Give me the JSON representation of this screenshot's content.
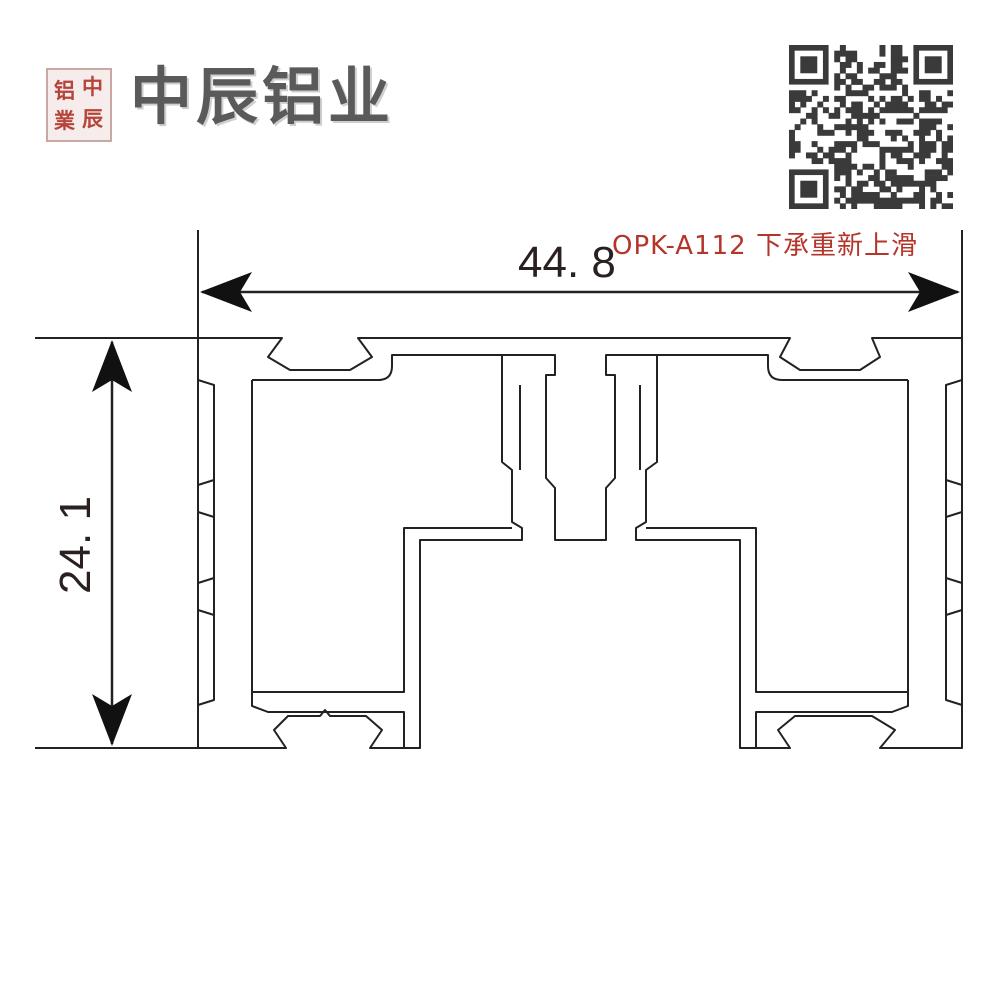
{
  "logo": {
    "seal_chars": [
      "铝",
      "中",
      "業",
      "辰"
    ],
    "brand_name": "中辰铝业"
  },
  "qr_code": "qr-code",
  "product": {
    "model_text": "OPK-A112  下承重新上滑"
  },
  "dimensions": {
    "width": "44. 8",
    "height": "24. 1"
  },
  "colors": {
    "brand_text": "#5a5a5a",
    "seal_red": "#b5443b",
    "model_red": "#b4362a",
    "line": "#222222"
  }
}
